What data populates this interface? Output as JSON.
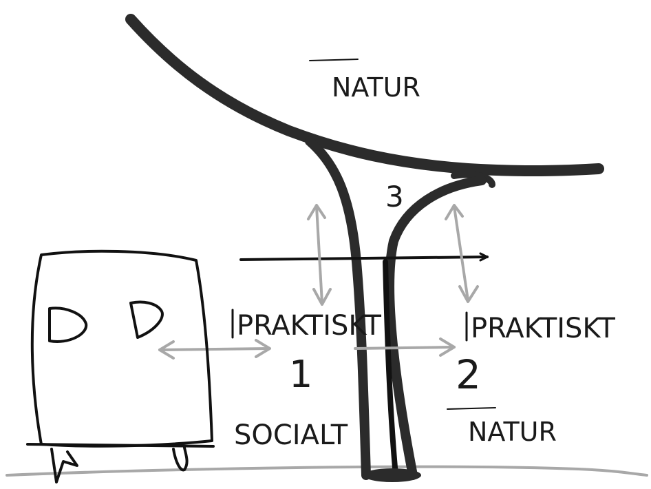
{
  "labels": {
    "natur_top": "NATUR",
    "praktiskt_left": "PRAKTISKT",
    "number_one": "1",
    "socialt": "SOCIALT",
    "praktiskt_right": "PRAKTISKT",
    "number_two": "2",
    "natur_bottom": "NATUR",
    "number_three": "3"
  },
  "colors": {
    "ink": "#1a1a1a",
    "branch": "#2b2b2b",
    "arrows": "#a8a8a8"
  }
}
